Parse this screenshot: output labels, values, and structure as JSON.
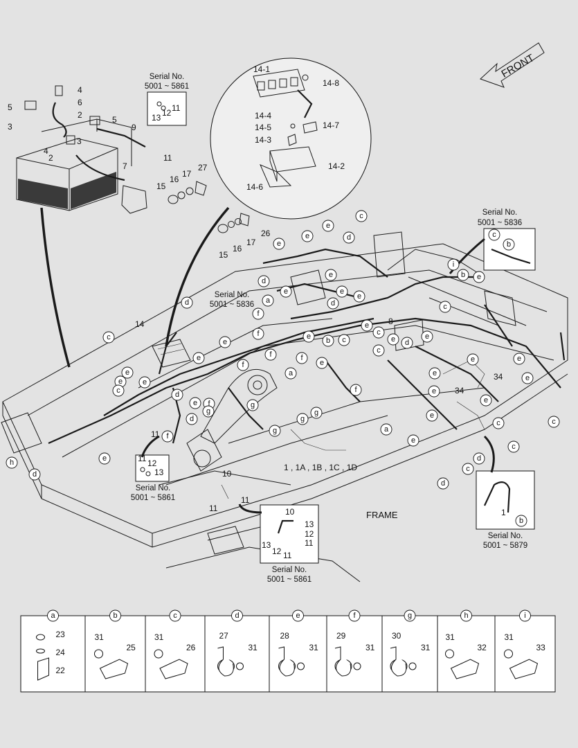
{
  "front_label": "FRONT",
  "frame_label": "FRAME",
  "serial_title": "Serial No.",
  "serials": {
    "battery": "5001 ~ 5861",
    "right": "5001 ~ 5836",
    "middle": "5001 ~ 5836",
    "lower_left": "5001 ~ 5861",
    "lower_center": "5001 ~ 5861",
    "lower_right": "5001 ~ 5879"
  },
  "part_labels": {
    "p1": "1",
    "p2": "2",
    "p3": "3",
    "p4": "4",
    "p5": "5",
    "p6": "6",
    "p7": "7",
    "p8": "8",
    "p9": "9",
    "p10": "10",
    "p11": "11",
    "p12": "12",
    "p13": "13",
    "p14": "14",
    "p15": "15",
    "p16": "16",
    "p17": "17",
    "p26": "26",
    "p27": "27",
    "p34": "34",
    "p14_1": "14-1",
    "p14_2": "14-2",
    "p14_3": "14-3",
    "p14_4": "14-4",
    "p14_5": "14-5",
    "p14_6": "14-6",
    "p14_7": "14-7",
    "p14_8": "14-8",
    "p1_group": "1 , 1A , 1B , 1C , 1D"
  },
  "callout_letters": [
    "a",
    "b",
    "c",
    "d",
    "e",
    "f",
    "g",
    "h",
    "i"
  ],
  "legend": [
    {
      "letter": "a",
      "parts": [
        "23",
        "24",
        "22"
      ]
    },
    {
      "letter": "b",
      "parts": [
        "31",
        "25"
      ]
    },
    {
      "letter": "c",
      "parts": [
        "31",
        "26"
      ]
    },
    {
      "letter": "d",
      "parts": [
        "27",
        "31"
      ]
    },
    {
      "letter": "e",
      "parts": [
        "28",
        "31"
      ]
    },
    {
      "letter": "f",
      "parts": [
        "29",
        "31"
      ]
    },
    {
      "letter": "g",
      "parts": [
        "30",
        "31"
      ]
    },
    {
      "letter": "h",
      "parts": [
        "31",
        "32"
      ]
    },
    {
      "letter": "i",
      "parts": [
        "31",
        "33"
      ]
    }
  ]
}
